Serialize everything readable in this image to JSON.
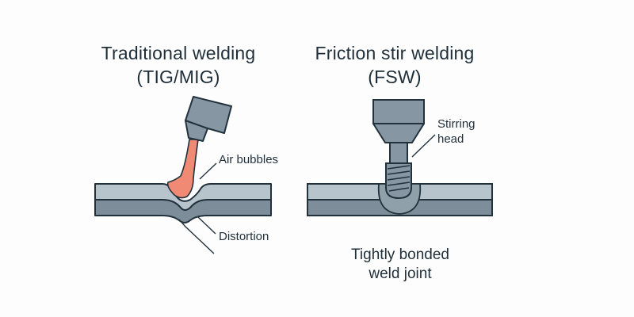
{
  "traditional": {
    "title_line1": "Traditional welding",
    "title_line2": "(TIG/MIG)",
    "label_air_bubbles": "Air bubbles",
    "label_distortion": "Distortion"
  },
  "fsw": {
    "title_line1": "Friction stir welding",
    "title_line2": "(FSW)",
    "label_stirring_line1": "Stirring",
    "label_stirring_line2": "head",
    "label_bond_line1": "Tightly bonded",
    "label_bond_line2": "weld joint"
  },
  "colors": {
    "plate_top": "#b8c4cc",
    "plate_bottom": "#7d8e9a",
    "outline": "#22323d",
    "torch": "#8696a2",
    "arc": "#f08a74",
    "stir_zone": "#8fa0ab"
  }
}
